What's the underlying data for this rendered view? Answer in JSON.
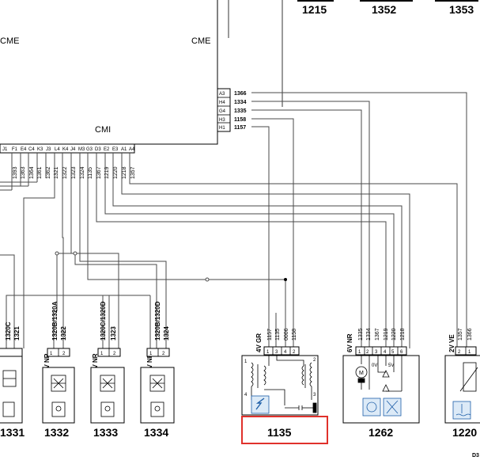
{
  "diagram": {
    "ecu": {
      "label_left": "CME",
      "label_right": "CME",
      "label_bottom": "CMI",
      "bottom_pins": [
        "J1",
        "F1",
        "E4",
        "C4",
        "K3",
        "J3",
        "L4",
        "K4",
        "J4",
        "M3",
        "G3",
        "D3",
        "E2",
        "E3",
        "A1",
        "A4"
      ],
      "bottom_wires": [
        "1393",
        "1363",
        "1364",
        "1361",
        "1362",
        "1321",
        "1322",
        "1323",
        "1324",
        "1135",
        "1367",
        "1219",
        "1220",
        "1218",
        "1357"
      ],
      "right_pins": [
        {
          "pin": "A3",
          "wire": "1366"
        },
        {
          "pin": "H4",
          "wire": "1334"
        },
        {
          "pin": "G4",
          "wire": "1335"
        },
        {
          "pin": "H3",
          "wire": "1158"
        },
        {
          "pin": "H1",
          "wire": "1157"
        }
      ]
    },
    "top_refs": [
      "1215",
      "1352",
      "1353"
    ],
    "corner_code": "D3",
    "components": [
      {
        "id": "1331",
        "spec": "",
        "pins": [
          "1320C",
          "1321"
        ],
        "numbers": []
      },
      {
        "id": "1332",
        "spec": "2V NR",
        "pins": [
          "1320B/1320A",
          "1322"
        ],
        "numbers": [
          "1",
          "2"
        ]
      },
      {
        "id": "1333",
        "spec": "2V NR",
        "pins": [
          "1320C/1320D",
          "1323"
        ],
        "numbers": [
          "1",
          "2"
        ]
      },
      {
        "id": "1334",
        "spec": "2V NR",
        "pins": [
          "1320B/1320D",
          "1324"
        ],
        "numbers": [
          "1",
          "2"
        ]
      },
      {
        "id": "1135",
        "spec": "4V GR",
        "pins": [
          "1157",
          "1135",
          "0006",
          "1158"
        ],
        "numbers": [
          "1",
          "3",
          "4",
          "2"
        ]
      },
      {
        "id": "1262",
        "spec": "6V NR",
        "pins": [
          "1335",
          "1334",
          "1367",
          "1219",
          "1220",
          "1218"
        ],
        "numbers": [
          "1",
          "2",
          "3",
          "4",
          "5",
          "6"
        ],
        "inner": [
          "0V",
          "5V"
        ]
      },
      {
        "id": "1220",
        "spec": "2V VE",
        "pins": [
          "1357",
          "1366"
        ],
        "numbers": [
          "2",
          "1"
        ]
      }
    ]
  }
}
